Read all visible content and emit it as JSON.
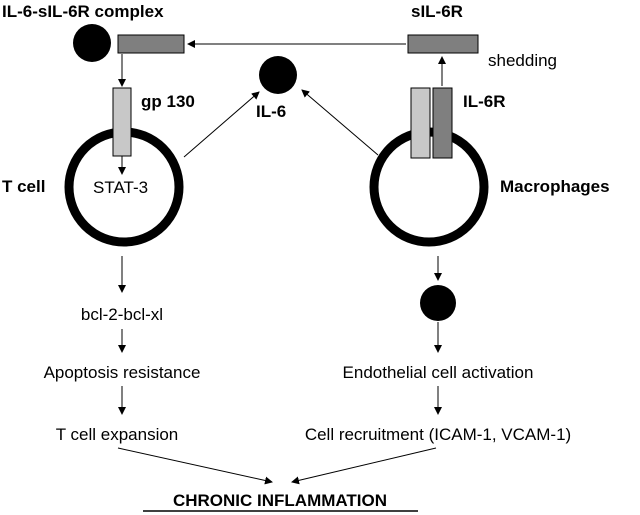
{
  "labels": {
    "complex": "IL-6-sIL-6R complex",
    "sil6r": "sIL-6R",
    "shedding": "shedding",
    "gp130": "gp 130",
    "il6": "IL-6",
    "il6r": "IL-6R",
    "tcell": "T cell",
    "macrophages": "Macrophages",
    "stat3": "STAT-3"
  },
  "left_chain": [
    "bcl-2-bcl-xl",
    "Apoptosis resistance",
    "T cell expansion"
  ],
  "right_chain": [
    "Endothelial cell activation",
    "Cell recruitment (ICAM-1, VCAM-1)"
  ],
  "outcome": "CHRONIC INFLAMMATION",
  "colors": {
    "dark_receptor": "#7f7f7f",
    "light_receptor": "#c8c8c8",
    "ligand": "#000000",
    "line": "#000000"
  }
}
